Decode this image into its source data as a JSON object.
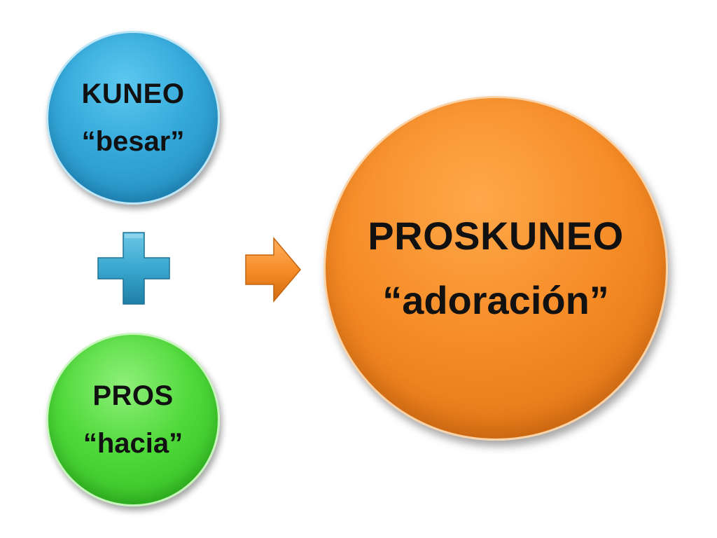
{
  "circles": {
    "kuneo": {
      "word": "KUNEO",
      "gloss": "“besar”",
      "color": "#34a9da"
    },
    "pros": {
      "word": "PROS",
      "gloss": "“hacia”",
      "color": "#4fd93a"
    },
    "proskuneo": {
      "word": "PROSKUNEO",
      "gloss": "“adoración”",
      "color": "#f58a24"
    }
  },
  "connectors": {
    "plus": {
      "icon": "plus-icon",
      "color": "#3aa8cf"
    },
    "arrow": {
      "icon": "arrow-right-icon",
      "color": "#f58a24"
    }
  }
}
